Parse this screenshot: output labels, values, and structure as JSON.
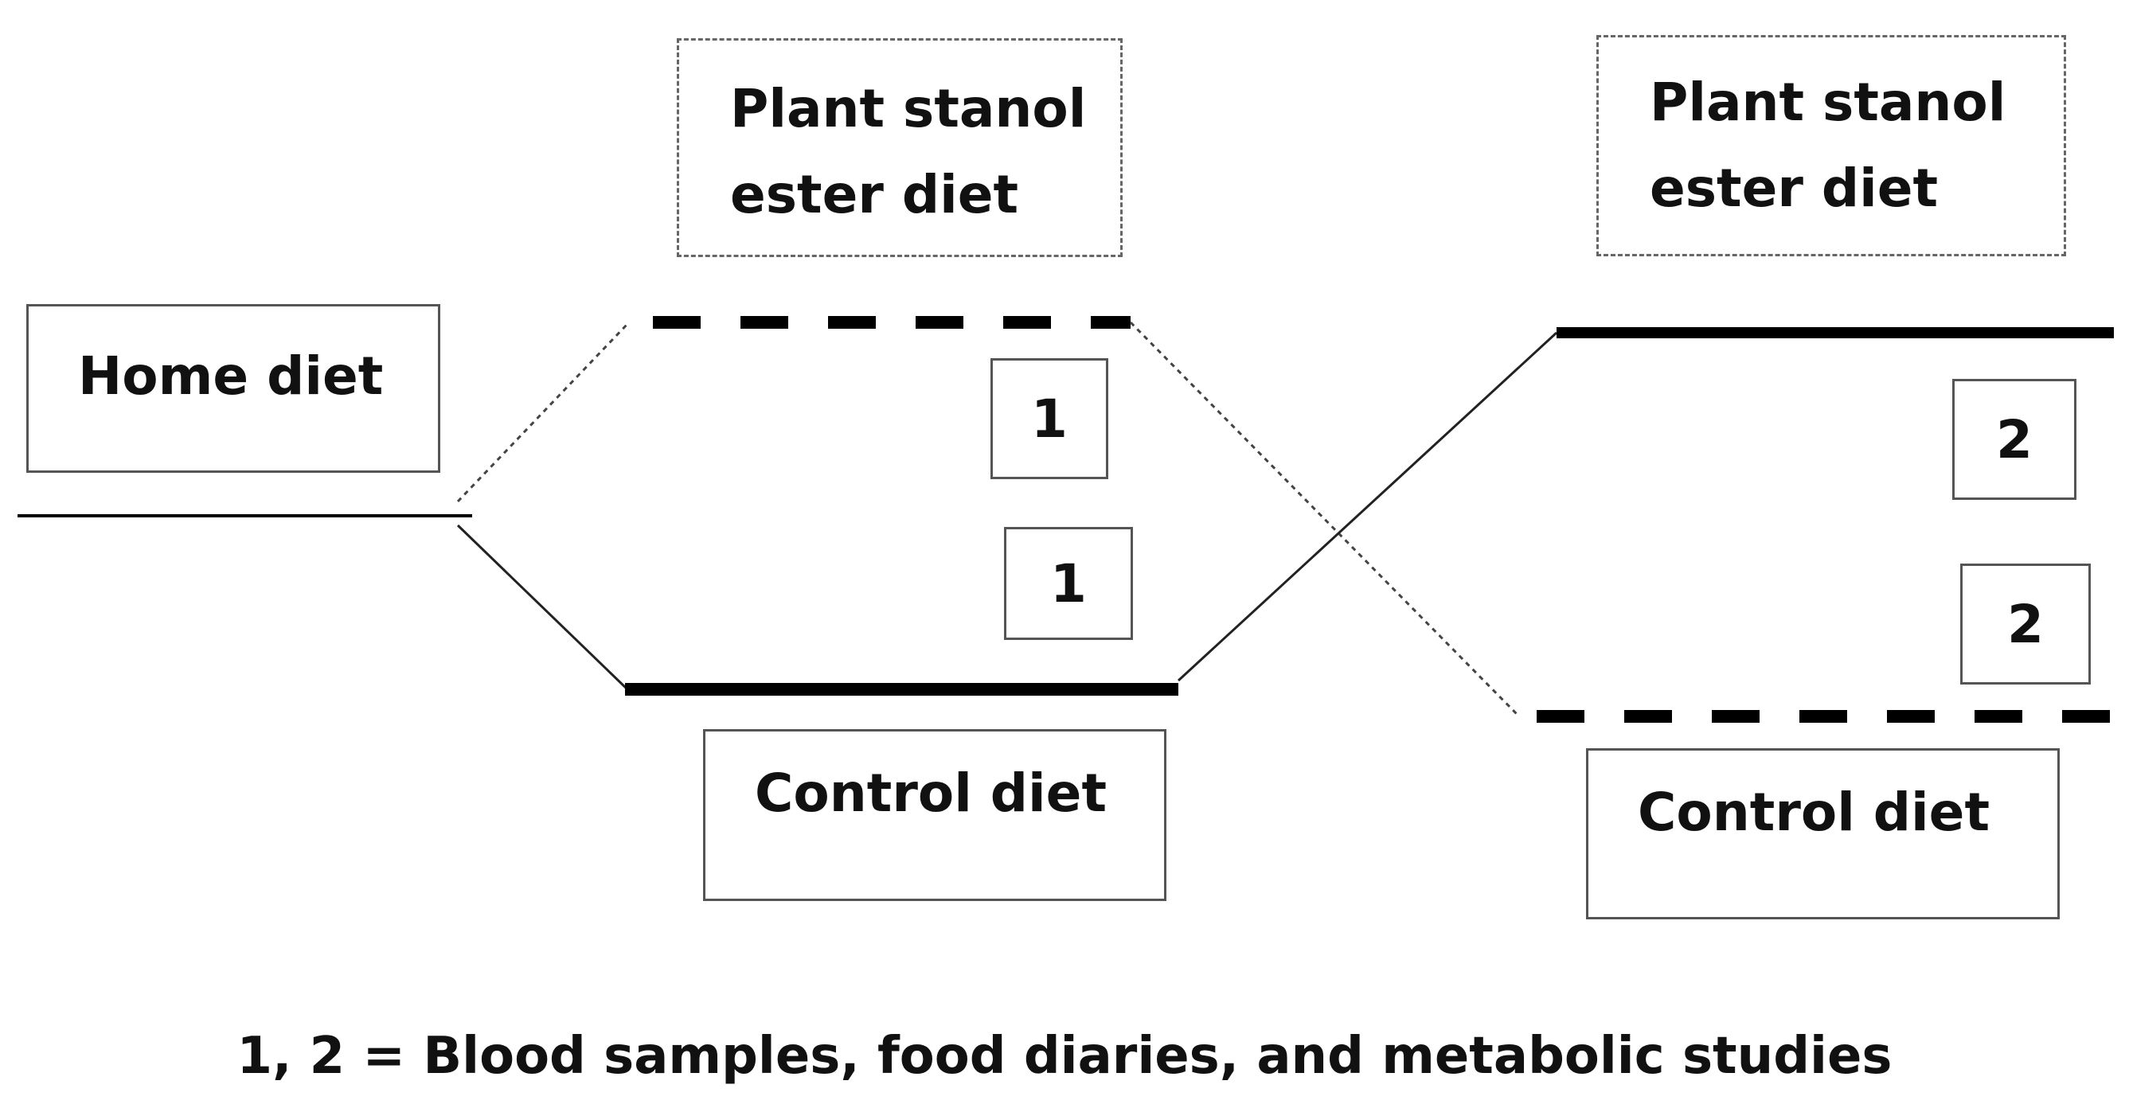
{
  "labels": {
    "home_diet": "Home diet",
    "stanol_period1_line1": "Plant stanol",
    "stanol_period1_line2": "ester diet",
    "stanol_period2_line1": "Plant stanol",
    "stanol_period2_line2": "ester diet",
    "control_period1": "Control diet",
    "control_period2": "Control diet",
    "marker_p1_upper": "1",
    "marker_p1_lower": "1",
    "marker_p2_upper": "2",
    "marker_p2_lower": "2"
  },
  "legend": {
    "caption": "1, 2 = Blood samples, food diaries, and metabolic studies"
  },
  "colors": {
    "line": "#000000",
    "box_border": "#555555",
    "text": "#111111"
  }
}
